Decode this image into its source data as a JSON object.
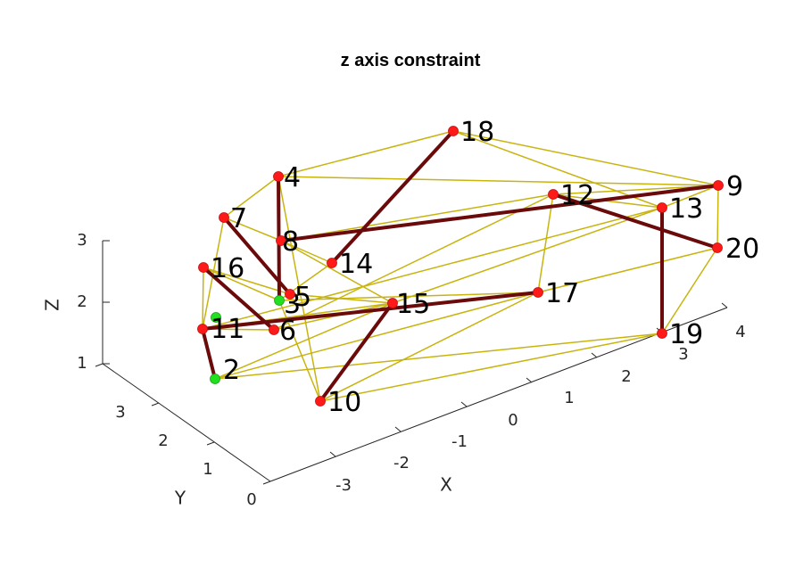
{
  "figure": {
    "title": "z axis constraint",
    "xlabel": "X",
    "ylabel": "Y",
    "zlabel": "Z",
    "x_ticks": [
      "-3",
      "-2",
      "-1",
      "0",
      "1",
      "2",
      "3",
      "4"
    ],
    "y_ticks": [
      "0",
      "1",
      "2",
      "3"
    ],
    "z_ticks": [
      "1",
      "2",
      "3"
    ]
  },
  "colors": {
    "thin_edge": "#c8b40f",
    "thick_edge": "#6b0a0a",
    "node_red": "#ff1a1a",
    "node_green": "#20e020"
  },
  "nodes": [
    {
      "id": "2",
      "color": "green"
    },
    {
      "id": "3",
      "color": "green"
    },
    {
      "id": "4",
      "color": "red"
    },
    {
      "id": "5",
      "color": "red"
    },
    {
      "id": "6",
      "color": "red"
    },
    {
      "id": "7",
      "color": "red"
    },
    {
      "id": "8",
      "color": "red"
    },
    {
      "id": "9",
      "color": "red"
    },
    {
      "id": "10",
      "color": "red"
    },
    {
      "id": "11",
      "color": "green"
    },
    {
      "id": "12",
      "color": "red"
    },
    {
      "id": "13",
      "color": "red"
    },
    {
      "id": "14",
      "color": "red"
    },
    {
      "id": "15",
      "color": "red"
    },
    {
      "id": "16",
      "color": "red"
    },
    {
      "id": "17",
      "color": "red"
    },
    {
      "id": "18",
      "color": "red"
    },
    {
      "id": "19",
      "color": "red"
    },
    {
      "id": "20",
      "color": "red"
    }
  ],
  "thick_edges": [
    [
      "11",
      "2"
    ],
    [
      "16",
      "6"
    ],
    [
      "7",
      "5"
    ],
    [
      "4",
      "3"
    ],
    [
      "8",
      "9"
    ],
    [
      "18",
      "14"
    ],
    [
      "12",
      "20"
    ],
    [
      "13",
      "19"
    ],
    [
      "11",
      "17"
    ],
    [
      "15",
      "10"
    ]
  ],
  "thin_edges": [
    [
      "4",
      "18"
    ],
    [
      "4",
      "9"
    ],
    [
      "18",
      "9"
    ],
    [
      "18",
      "13"
    ],
    [
      "4",
      "7"
    ],
    [
      "4",
      "3"
    ],
    [
      "4",
      "10"
    ],
    [
      "7",
      "11"
    ],
    [
      "7",
      "8"
    ],
    [
      "7",
      "5"
    ],
    [
      "16",
      "11"
    ],
    [
      "16",
      "3"
    ],
    [
      "16",
      "5"
    ],
    [
      "8",
      "14"
    ],
    [
      "8",
      "15"
    ],
    [
      "8",
      "12"
    ],
    [
      "14",
      "3"
    ],
    [
      "5",
      "15"
    ],
    [
      "11",
      "15"
    ],
    [
      "11",
      "17"
    ],
    [
      "11",
      "13"
    ],
    [
      "6",
      "15"
    ],
    [
      "6",
      "12"
    ],
    [
      "2",
      "15"
    ],
    [
      "2",
      "19"
    ],
    [
      "2",
      "17"
    ],
    [
      "10",
      "17"
    ],
    [
      "10",
      "19"
    ],
    [
      "10",
      "3"
    ],
    [
      "12",
      "17"
    ],
    [
      "12",
      "9"
    ],
    [
      "13",
      "9"
    ],
    [
      "13",
      "15"
    ],
    [
      "9",
      "20"
    ],
    [
      "20",
      "17"
    ],
    [
      "20",
      "19"
    ],
    [
      "12",
      "13"
    ],
    [
      "3",
      "17"
    ],
    [
      "6",
      "11"
    ]
  ]
}
